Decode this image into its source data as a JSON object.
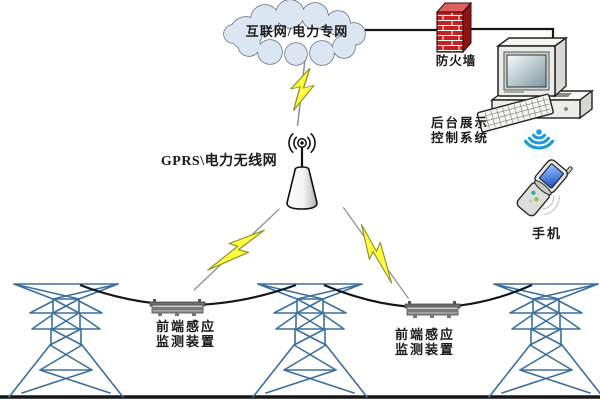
{
  "diagram": {
    "type": "network-topology-diagram",
    "background": "#ffffff",
    "nodes": {
      "cloud": {
        "label": "互联网/电力专网",
        "icon": "cloud-icon"
      },
      "firewall": {
        "label": "防火墙",
        "icon": "firewall-brick-wall-icon"
      },
      "backend_system": {
        "label_line1": "后台展示",
        "label_line2": "控制系统",
        "icon": "desktop-computer-icon"
      },
      "wifi": {
        "icon": "wireless-signal-icon"
      },
      "mobile_phone": {
        "label": "手机",
        "icon": "flip-phone-icon"
      },
      "gprs_network": {
        "label": "GPRS\\电力无线网",
        "icon": "antenna-icon"
      },
      "sensor_left": {
        "label_line1": "前端感应",
        "label_line2": "监测装置",
        "icon": "line-sensor-device-icon"
      },
      "sensor_right": {
        "label_line1": "前端感应",
        "label_line2": "监测装置",
        "icon": "line-sensor-device-icon"
      },
      "transmission_towers": {
        "icon": "transmission-tower-icon",
        "count": 3
      },
      "lightning_links": {
        "icon": "lightning-bolt-icon",
        "count": 3
      }
    },
    "colors": {
      "cloud_fill": "#dce6f2",
      "cloud_stroke": "#5d6d7e",
      "firewall_front": "#c32222",
      "firewall_side": "#8e1414",
      "firewall_top": "#e06060",
      "tower_blue": "#3a6f9f",
      "lightning_fill": "#ffff42",
      "lightning_stroke": "#90902e",
      "wifi_blue": "#1b9bd8",
      "phone_screen": "#2a6fd6",
      "wire_black": "#161616",
      "text_color": "#1b1b1b"
    }
  }
}
